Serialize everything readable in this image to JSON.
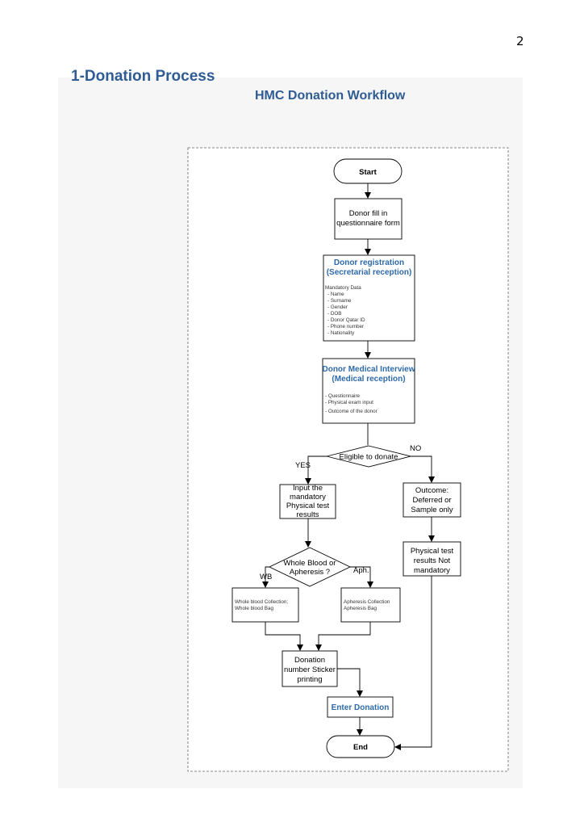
{
  "page_number": "2",
  "section_title": "1-Donation Process",
  "workflow_title": "HMC Donation Workflow",
  "nodes": {
    "start": "Start",
    "questionnaire": [
      "Donor fill in",
      "questionnaire form"
    ],
    "registration": {
      "title": [
        "Donor registration",
        "(Secretarial reception)"
      ],
      "mandatory_label": "Mandatory Data",
      "fields": [
        "- Name",
        "- Surname",
        "- Gender",
        "- DOB",
        "- Donor Qatar ID",
        "- Phone number",
        "- Nationality"
      ]
    },
    "interview": {
      "title": [
        "Donor Medical Interview",
        "(Medical reception)"
      ],
      "items": [
        "- Questionnaire",
        "- Physical exam input",
        "- Outcome of the donor"
      ]
    },
    "eligible": "Eligible to donate",
    "input_results": [
      "Input the",
      "mandatory",
      "Physical test",
      "results"
    ],
    "outcome": [
      "Outcome:",
      "Deferred or",
      "Sample only"
    ],
    "physical_not_mandatory": [
      "Physical test",
      "results Not",
      "mandatory"
    ],
    "whole_or_apheresis": [
      "Whole Blood or",
      "Apheresis ?"
    ],
    "whole_blood": [
      "Whole blood Collection;",
      "Whole blood Bag"
    ],
    "apheresis": [
      "Apheresis Collection",
      "Apheresis Bag"
    ],
    "sticker": [
      "Donation",
      "number Sticker",
      "printing"
    ],
    "enter_donation": "Enter Donation",
    "end": "End"
  },
  "edge_labels": {
    "yes": "YES",
    "no": "NO",
    "wb": "WB",
    "aph": "Aph."
  },
  "colors": {
    "heading_blue": "#2e5c93",
    "node_blue": "#2e6aa8"
  }
}
